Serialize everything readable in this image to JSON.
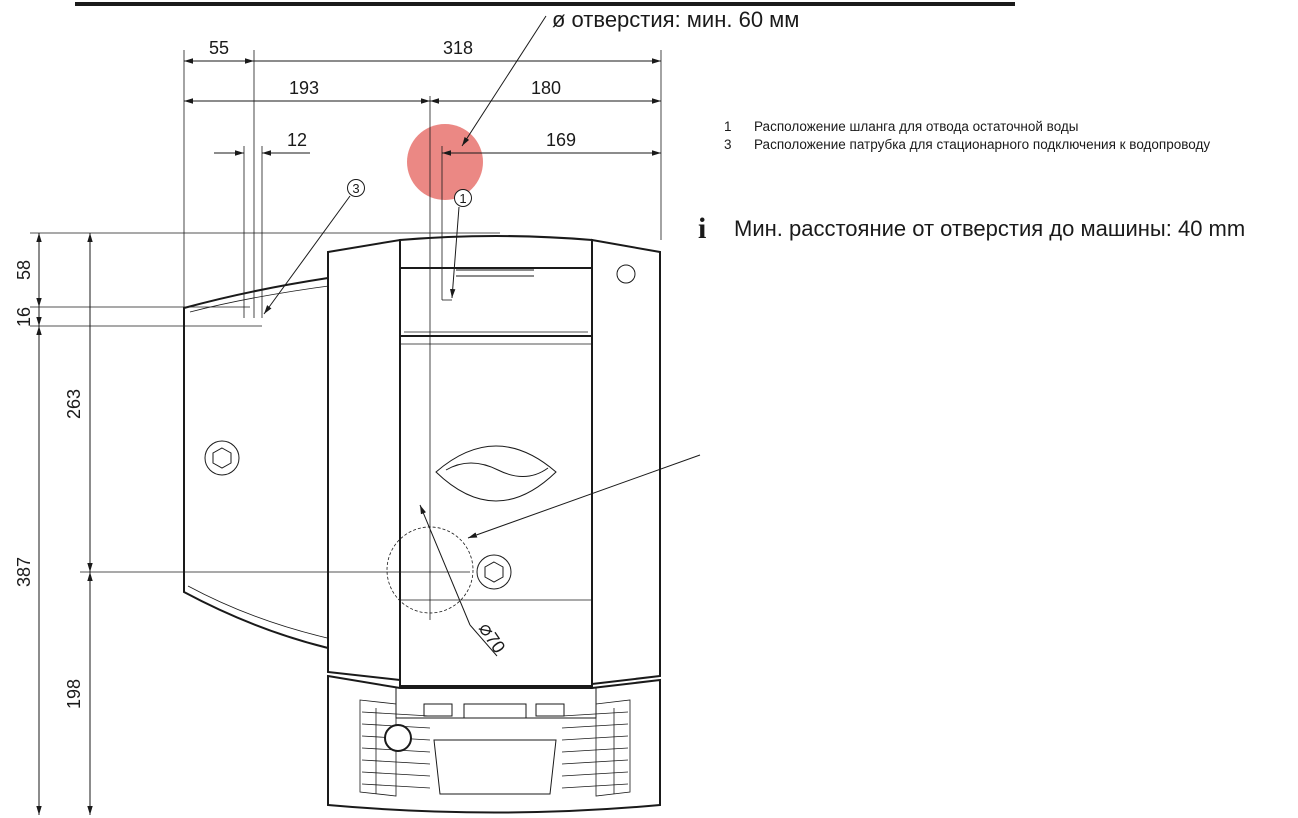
{
  "callout": {
    "hole_diameter": "ø отверстия: мин. 60 мм"
  },
  "dimensions": {
    "d55": "55",
    "d318": "318",
    "d193": "193",
    "d180": "180",
    "d12": "12",
    "d169": "169",
    "d58": "58",
    "d16": "16",
    "d263": "263",
    "d387": "387",
    "d198": "198",
    "d70": "70"
  },
  "markers": {
    "m1": "1",
    "m3": "3"
  },
  "legend": [
    {
      "num": "1",
      "text": "Расположение шланга для отвода остаточной воды"
    },
    {
      "num": "3",
      "text": "Расположение патрубка для стационарного подключения к водопроводу"
    }
  ],
  "note": {
    "icon": "info-icon",
    "text": "Мин. расстояние от отверстия до машины: 40 mm"
  },
  "colors": {
    "highlight": "#e8736f",
    "line": "#1a1a1a"
  }
}
